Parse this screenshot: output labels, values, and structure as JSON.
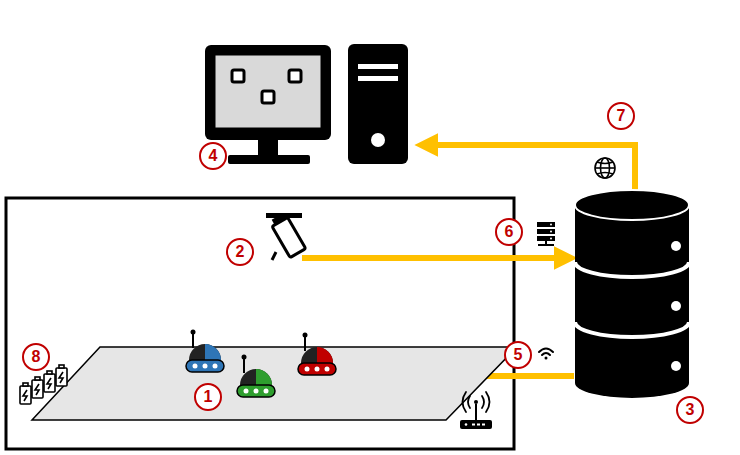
{
  "diagram": {
    "labels": [
      "7",
      "4",
      "6",
      "2",
      "5",
      "8",
      "1",
      "3"
    ]
  }
}
